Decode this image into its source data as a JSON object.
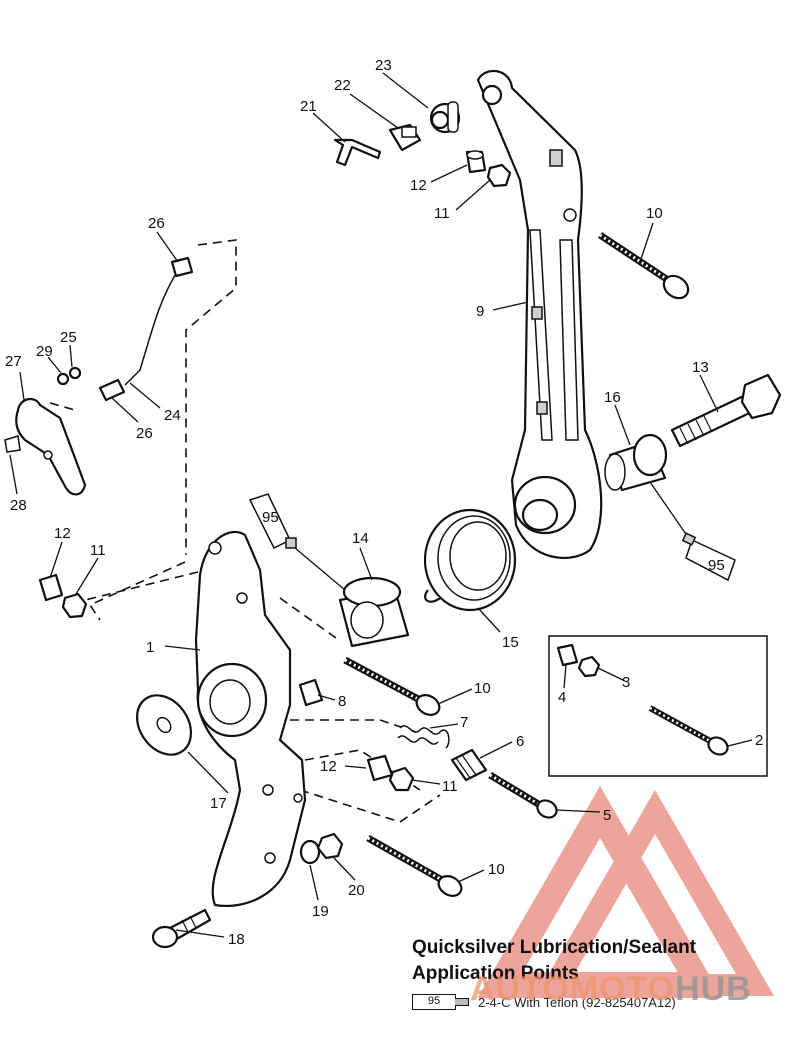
{
  "callouts": {
    "c1": "1",
    "c2": "2",
    "c3": "3",
    "c4": "4",
    "c5": "5",
    "c6": "6",
    "c7": "7",
    "c8": "8",
    "c9": "9",
    "c10a": "10",
    "c10b": "10",
    "c10c": "10",
    "c11a": "11",
    "c11b": "11",
    "c11c": "11",
    "c12a": "12",
    "c12b": "12",
    "c12c": "12",
    "c13": "13",
    "c14": "14",
    "c15": "15",
    "c16": "16",
    "c17": "17",
    "c18": "18",
    "c19": "19",
    "c20": "20",
    "c21": "21",
    "c22": "22",
    "c23": "23",
    "c24": "24",
    "c25": "25",
    "c26a": "26",
    "c26b": "26",
    "c27": "27",
    "c28": "28",
    "c29": "29"
  },
  "tube_labels": {
    "t1": "95",
    "t2": "95"
  },
  "legend": {
    "title_line1": "Quicksilver Lubrication/Sealant",
    "title_line2": "Application Points",
    "tube_number": "95",
    "item_text": "2-4-C  With Teflon (92-825407A12)"
  },
  "watermark": {
    "part1": "AUTOMOTO",
    "part2": "HUB"
  },
  "colors": {
    "line": "#111111",
    "watermark_red": "#e05a4a",
    "watermark_gray": "#999999"
  }
}
